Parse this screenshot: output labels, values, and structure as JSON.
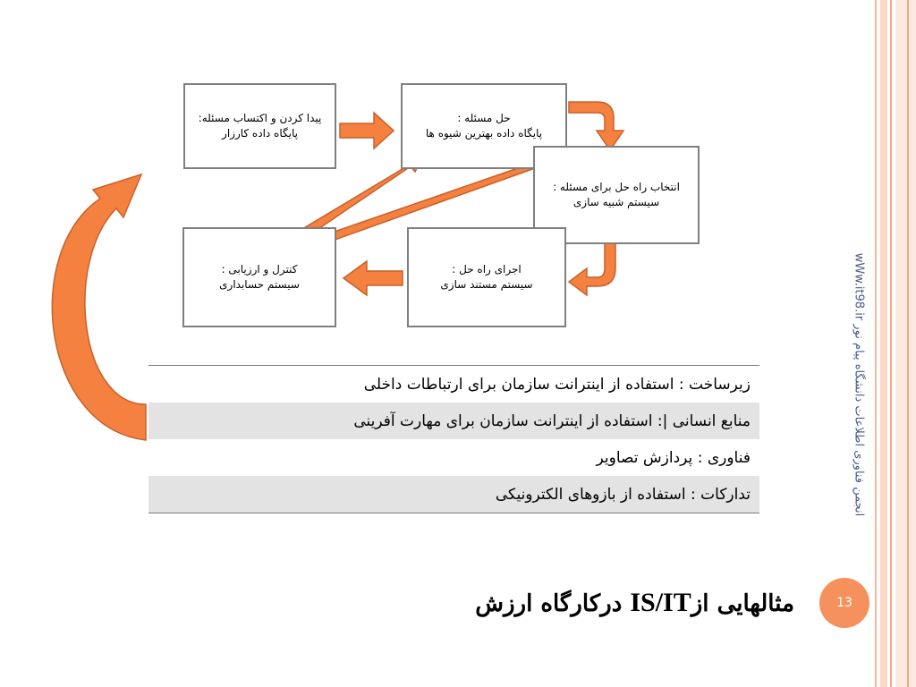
{
  "boxes": {
    "find_problem": {
      "line1": "پیدا کردن و اکتساب مسئله:",
      "line2": "پایگاه داده کارزار"
    },
    "solve_problem": {
      "line1": "حل مسئله :",
      "line2": "پایگاه داده بهترین شیوه ها"
    },
    "choose_solution": {
      "line1": "انتخاب راه حل برای مسئله :",
      "line2": "سیستم شبیه سازی"
    },
    "implement_solution": {
      "line1": "اجرای راه حل :",
      "line2": "سیستم مستند سازی"
    },
    "control_evaluate": {
      "line1": "کنترل و ارزیابی :",
      "line2": "سیستم حسابداری"
    }
  },
  "table": {
    "rows": [
      "زیرساخت : استفاده از اینترانت سازمان برای ارتباطات داخلی",
      "منابع انسانی |: استفاده از اینترانت سازمان برای مهارت آفرینی",
      "فناوری : پردازش تصاویر",
      "تدارکات : استفاده از بازوهای الکترونیکی"
    ]
  },
  "side_text": "wWw.it98.ir انجمن فناوری اطلاعات دانشگاه پیام نور",
  "slide_number": "13",
  "title": {
    "part1": "مثالهایی از",
    "latin": "IS/IT",
    "part2": " درکارگاه ارزش"
  },
  "colors": {
    "arrow": "#f4813f",
    "arrow_outline": "#c8602a",
    "stripe": "#f4a983",
    "badge": "#f4915c"
  }
}
